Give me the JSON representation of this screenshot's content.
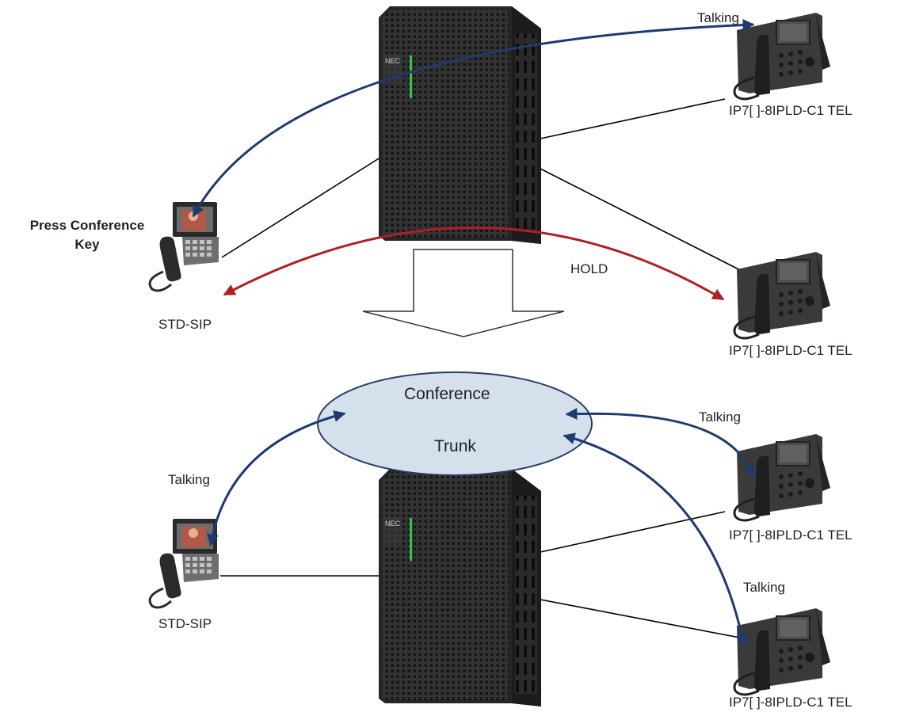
{
  "top": {
    "sip_label": "STD-SIP",
    "press_label_line1": "Press Conference",
    "press_label_line2": "Key",
    "phone1_talking": "Talking",
    "phone1_label": "IP7[ ]-8IPLD-C1 TEL",
    "hold_label": "HOLD",
    "phone2_label": "IP7[ ]-8IPLD-C1 TEL"
  },
  "bottom": {
    "conference_line1": "Conference",
    "conference_line2": "Trunk",
    "sip_talking": "Talking",
    "sip_label": "STD-SIP",
    "phone1_talking": "Talking",
    "phone1_label": "IP7[ ]-8IPLD-C1 TEL",
    "phone2_talking": "Talking",
    "phone2_label": "IP7[ ]-8IPLD-C1 TEL"
  },
  "server_brand": "NEC",
  "colors": {
    "talking_arrow": "#1f3a6e",
    "hold_arrow": "#b01f24",
    "conference_fill": "#d4e0ec",
    "conference_stroke": "#2a3e63",
    "server_body": "#2e2e2e",
    "server_led": "#39c24a"
  },
  "icons": [
    "server-chassis-icon",
    "ip-desk-phone-icon",
    "video-sip-phone-icon",
    "down-block-arrow-icon"
  ]
}
